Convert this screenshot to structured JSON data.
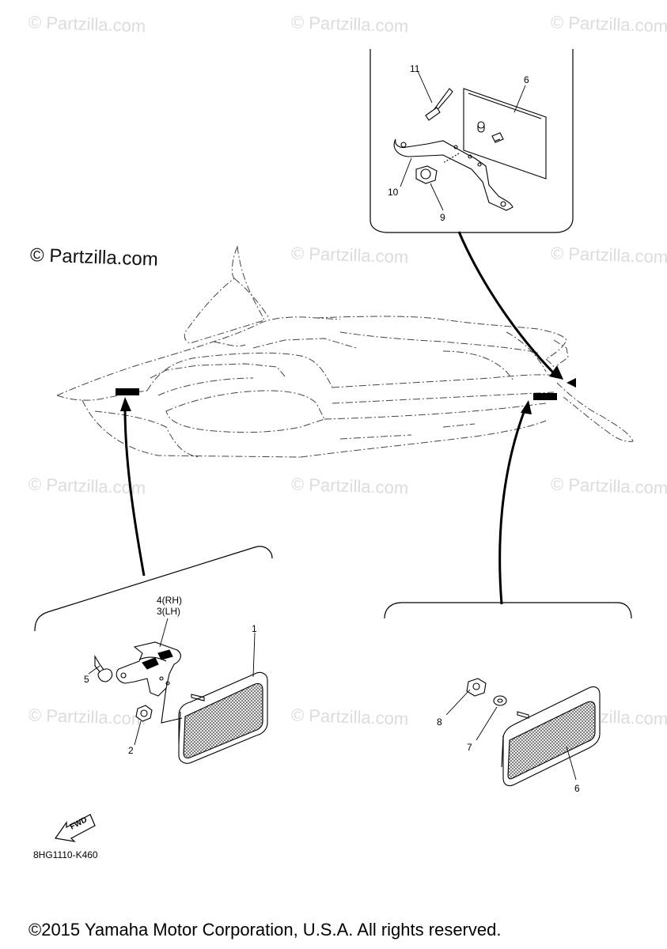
{
  "watermark": "© Partzilla.com",
  "watermark_main": "© Partzilla.com",
  "labels": {
    "p1": "1",
    "p2": "2",
    "p3": "3(LH)",
    "p4": "4(RH)",
    "p5": "5",
    "p6a": "6",
    "p6b": "6",
    "p7": "7",
    "p8": "8",
    "p9": "9",
    "p10": "10",
    "p11": "11",
    "fwd": "FWD"
  },
  "diagram_code": "8HG1110-K460",
  "copyright": "©2015 Yamaha Motor Corporation, U.S.A. All rights reserved."
}
